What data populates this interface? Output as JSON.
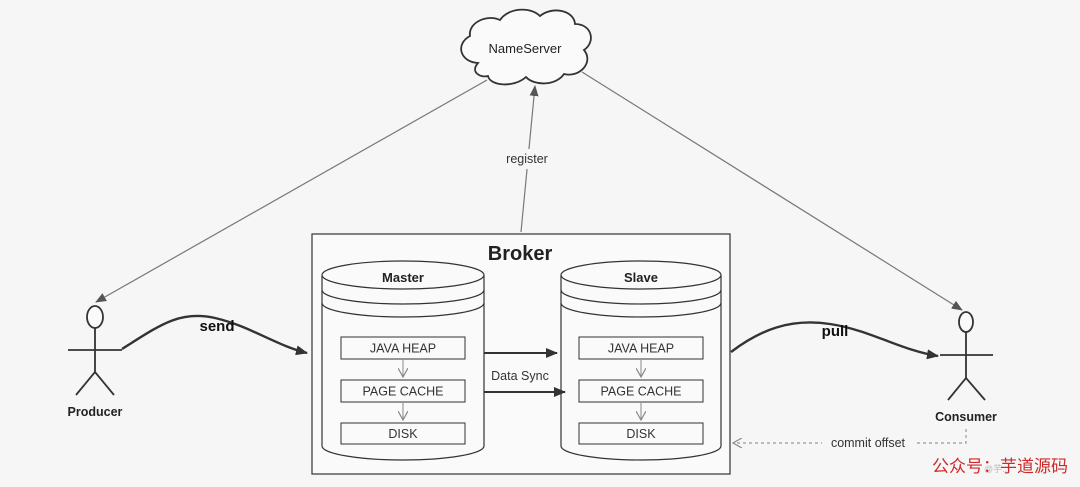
{
  "nameserver": {
    "label": "NameServer"
  },
  "broker": {
    "title": "Broker"
  },
  "master": {
    "title": "Master",
    "layers": [
      "JAVA HEAP",
      "PAGE CACHE",
      "DISK"
    ]
  },
  "slave": {
    "title": "Slave",
    "layers": [
      "JAVA HEAP",
      "PAGE CACHE",
      "DISK"
    ]
  },
  "producer": {
    "label": "Producer"
  },
  "consumer": {
    "label": "Consumer"
  },
  "edges": {
    "register": "register",
    "send": "send",
    "pull": "pull",
    "data_sync": "Data Sync",
    "commit_offset": "commit offset"
  },
  "watermark": {
    "text": "公众号：芋道源码",
    "handle": "@芋..."
  },
  "colors": {
    "line": "#777777",
    "arrow": "#333333",
    "background": "#f6f6f6",
    "watermark": "#cc2a2a"
  }
}
